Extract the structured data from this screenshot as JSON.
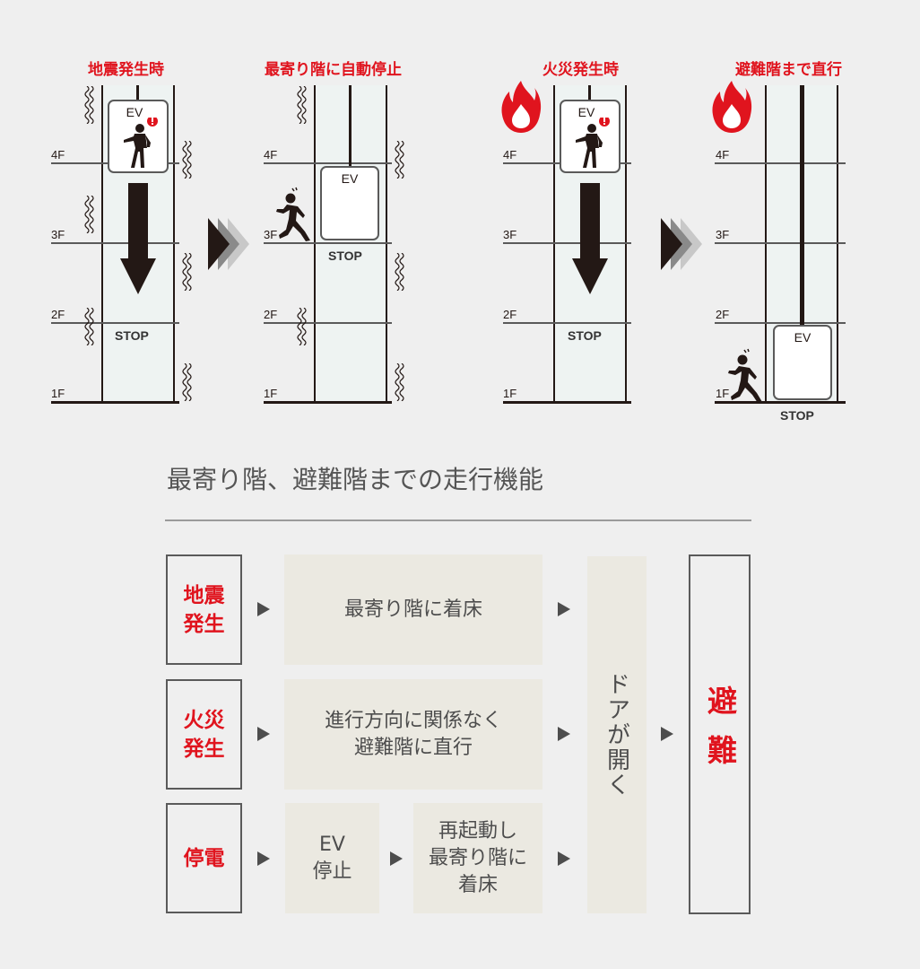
{
  "panels": [
    {
      "title": "地震発生時",
      "car_label": "EV",
      "stop_label": "STOP",
      "hazard": "earthquake"
    },
    {
      "title": "最寄り階に自動停止",
      "car_label": "EV",
      "stop_label": "STOP",
      "hazard": "earthquake"
    },
    {
      "title": "火災発生時",
      "car_label": "EV",
      "stop_label": "STOP",
      "hazard": "fire"
    },
    {
      "title": "避難階まで直行",
      "car_label": "EV",
      "stop_label": "STOP",
      "hazard": "fire"
    }
  ],
  "floors": [
    "4F",
    "3F",
    "2F",
    "1F"
  ],
  "section": {
    "title": "最寄り階、避難階までの走行機能"
  },
  "flow": {
    "rows": [
      {
        "cause_line1": "地震",
        "cause_line2": "発生",
        "step": "最寄り階に着床"
      },
      {
        "cause_line1": "火災",
        "cause_line2": "発生",
        "step_line1": "進行方向に関係なく",
        "step_line2": "避難階に直行"
      },
      {
        "cause": "停電",
        "step1_line1": "EV",
        "step1_line2": "停止",
        "step2_line1": "再起動し",
        "step2_line2": "最寄り階に",
        "step2_line3": "着床"
      }
    ],
    "door_opens": "ドアが開く",
    "evacuate": "避難"
  },
  "colors": {
    "background": "#efefef",
    "accent_red": "#e0141e",
    "shaft_fill": "#eef3f2",
    "step_fill": "#ebe9e1",
    "dark": "#231815"
  }
}
